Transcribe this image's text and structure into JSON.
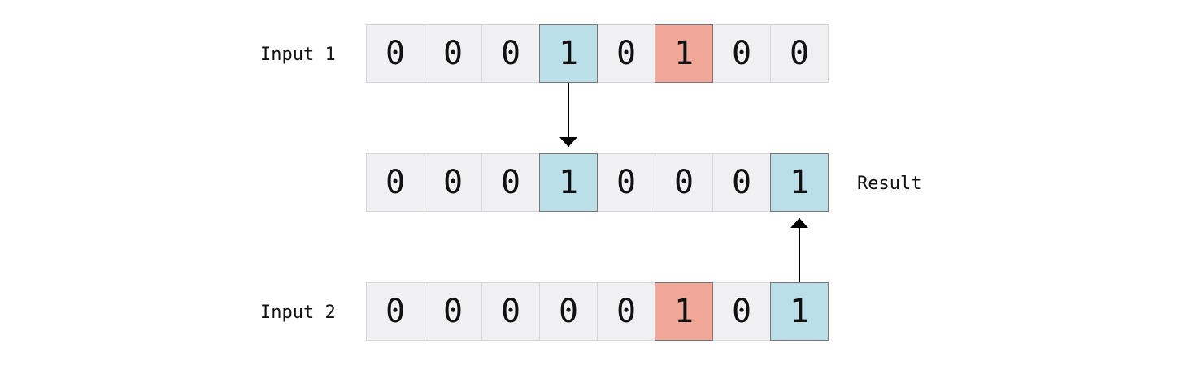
{
  "colors": {
    "empty": "#f0f0f2",
    "match": "#badfe8",
    "mismatch": "#f2a898"
  },
  "rows": [
    {
      "name": "input-1",
      "label": "Input 1",
      "bits": [
        {
          "value": "0",
          "state": "empty"
        },
        {
          "value": "0",
          "state": "empty"
        },
        {
          "value": "0",
          "state": "empty"
        },
        {
          "value": "1",
          "state": "match"
        },
        {
          "value": "0",
          "state": "empty"
        },
        {
          "value": "1",
          "state": "mismatch"
        },
        {
          "value": "0",
          "state": "empty"
        },
        {
          "value": "0",
          "state": "empty"
        }
      ]
    },
    {
      "name": "result",
      "label": "Result",
      "bits": [
        {
          "value": "0",
          "state": "empty"
        },
        {
          "value": "0",
          "state": "empty"
        },
        {
          "value": "0",
          "state": "empty"
        },
        {
          "value": "1",
          "state": "match"
        },
        {
          "value": "0",
          "state": "empty"
        },
        {
          "value": "0",
          "state": "empty"
        },
        {
          "value": "0",
          "state": "empty"
        },
        {
          "value": "1",
          "state": "match"
        }
      ]
    },
    {
      "name": "input-2",
      "label": "Input 2",
      "bits": [
        {
          "value": "0",
          "state": "empty"
        },
        {
          "value": "0",
          "state": "empty"
        },
        {
          "value": "0",
          "state": "empty"
        },
        {
          "value": "0",
          "state": "empty"
        },
        {
          "value": "0",
          "state": "empty"
        },
        {
          "value": "1",
          "state": "mismatch"
        },
        {
          "value": "0",
          "state": "empty"
        },
        {
          "value": "1",
          "state": "match"
        }
      ]
    }
  ],
  "arrows": [
    {
      "from_row": 0,
      "to_row": 1,
      "bit_index": 3
    },
    {
      "from_row": 2,
      "to_row": 1,
      "bit_index": 7
    }
  ]
}
